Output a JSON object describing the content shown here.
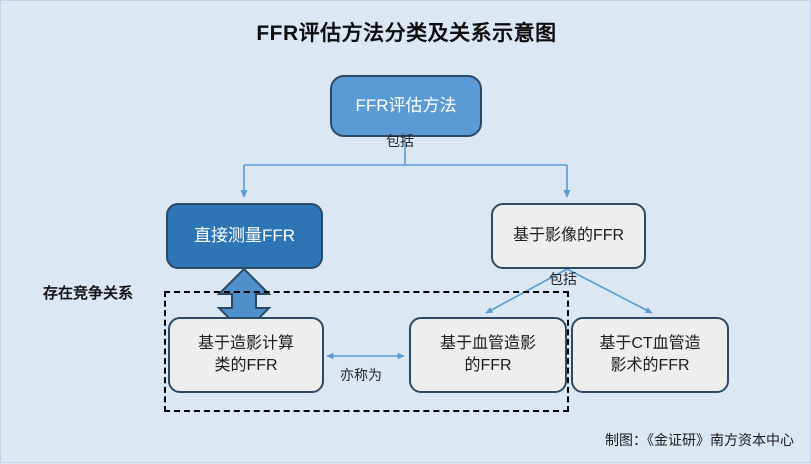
{
  "title": "FFR评估方法分类及关系示意图",
  "background_color": "#DCE7F4",
  "nodes": {
    "root": {
      "label": "FFR评估方法",
      "fill": "#5B9BD5",
      "text_color": "#FFFFFF"
    },
    "direct": {
      "label": "直接测量FFR",
      "fill": "#2E75B6",
      "text_color": "#FFFFFF"
    },
    "imaging": {
      "label": "基于影像的FFR",
      "fill": "#EEEEEC",
      "text_color": "#1B1B1B"
    },
    "angio_calc": {
      "label": "基于造影计算类的FFR",
      "line1": "基于造影计算",
      "line2": "类的FFR",
      "fill": "#EEEEEC",
      "text_color": "#1B1B1B"
    },
    "vessel_angio": {
      "label": "基于血管造影的FFR",
      "line1": "基于血管造影",
      "line2": "的FFR",
      "fill": "#EEEEEC",
      "text_color": "#1B1B1B"
    },
    "ct_angio": {
      "label": "基于CT血管造影术的FFR",
      "line1": "基于CT血管造",
      "line2": "影术的FFR",
      "fill": "#EEEEEC",
      "text_color": "#1B1B1B"
    }
  },
  "edge_labels": {
    "root_includes": "包括",
    "imaging_includes": "包括",
    "also_called": "亦称为"
  },
  "annotations": {
    "competition": "存在竞争关系"
  },
  "footer": "制图：《金证研》南方资本中心",
  "colors": {
    "connector": "#5B9BD5",
    "node_border": "#2C4A66",
    "dashed_border": "#000000",
    "arrow_fill": "#4F8FCB"
  }
}
